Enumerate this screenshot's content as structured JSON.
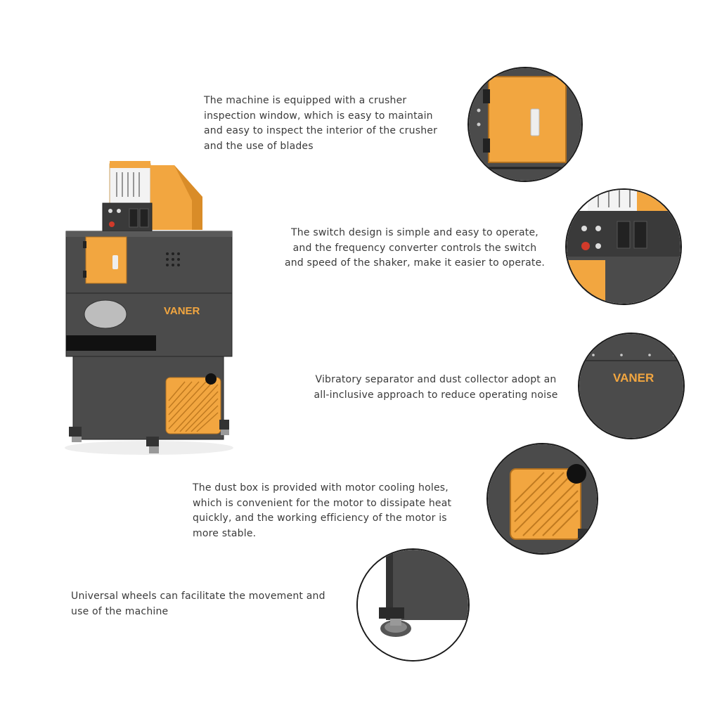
{
  "brand": "VANER",
  "colors": {
    "body": "#4b4b4b",
    "accent": "#f2a640",
    "dark_edge": "#262626"
  },
  "captions": {
    "inspection_window": "The machine is equipped with a crusher\ninspection window, which is easy to maintain\nand easy to inspect the interior of the crusher\nand the use of blades",
    "switch_design": "The switch design is simple and easy to operate,\nand the frequency converter controls the switch\nand speed of the shaker, make it easier to operate.",
    "separator": "Vibratory separator and dust collector adopt an\nall-inclusive approach to reduce operating noise",
    "dust_box": "The dust box is provided with motor cooling holes,\nwhich is convenient for the motor to dissipate heat\nquickly, and the working efficiency of the motor is\nmore stable.",
    "wheels": "Universal wheels can facilitate the movement and\nuse of the machine"
  },
  "detail_icons": [
    "inspection-door-detail",
    "control-panel-detail",
    "separator-logo-detail",
    "cooling-vent-detail",
    "caster-wheel-detail"
  ]
}
